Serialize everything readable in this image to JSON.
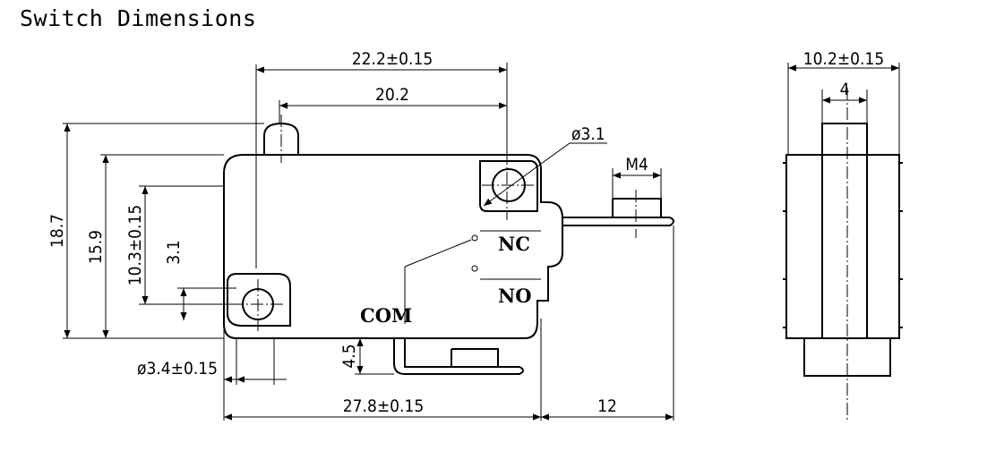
{
  "title": "Switch Dimensions",
  "dimensions": {
    "top_width": "22.2±0.15",
    "pin_offset": "20.2",
    "hole_dia": "ø3.1",
    "thread": "M4",
    "overall_height": "18.7",
    "body_height": "15.9",
    "hole_spacing": "10.3±0.15",
    "hole_offset": "3.1",
    "terminal_drop": "4.5",
    "hole_dia_left": "ø3.4±0.15",
    "body_width": "27.8±0.15",
    "lever_ext": "12",
    "side_width": "10.2±0.15",
    "side_plunger": "4"
  },
  "labels": {
    "nc": "NC",
    "no": "NO",
    "com": "COM"
  }
}
